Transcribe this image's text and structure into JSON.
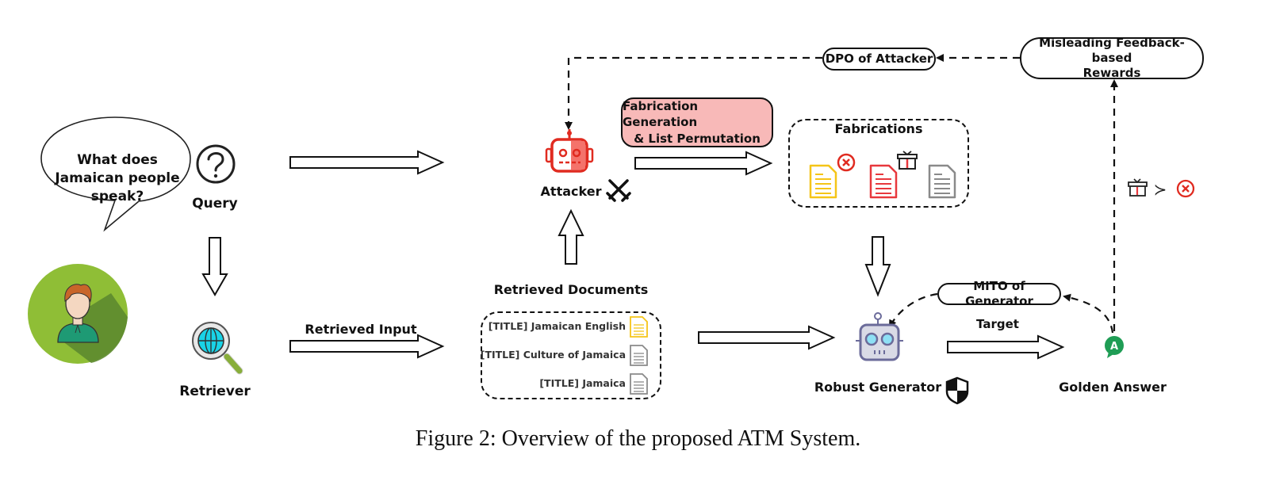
{
  "figure": {
    "caption": "Figure 2: Overview of the proposed ATM System."
  },
  "user": {
    "speech_bubble": [
      "What does",
      "Jamaican people",
      "speak?"
    ],
    "avatar_icon": "user-avatar-icon"
  },
  "nodes": {
    "query": {
      "label": "Query",
      "icon": "question-circle-icon"
    },
    "retriever": {
      "label": "Retriever",
      "icon": "globe-magnifier-icon"
    },
    "attacker": {
      "label": "Attacker",
      "icon": "red-robot-icon",
      "badge_icon": "crossed-swords-icon"
    },
    "robust_generator": {
      "label": "Robust Generator",
      "icon": "robot-icon",
      "badge_icon": "shield-icon"
    },
    "golden_answer": {
      "label": "Golden Answer",
      "icon": "answer-bubble-icon",
      "icon_letter": "A"
    },
    "retrieved_documents": {
      "title": "Retrieved Documents",
      "items": [
        {
          "text": "[TITLE] Jamaican English",
          "doc_color": "#f5c518"
        },
        {
          "text": "[TITLE] Culture of Jamaica",
          "doc_color": "#8a8a8a"
        },
        {
          "text": "[TITLE] Jamaica",
          "doc_color": "#8a8a8a"
        }
      ]
    },
    "fabrications": {
      "title": "Fabrications",
      "docs": [
        {
          "color": "#f5c518",
          "mark": "x-circle-icon"
        },
        {
          "color": "#e8383d",
          "mark": "gift-icon"
        },
        {
          "color": "#8a8a8a",
          "mark": ""
        }
      ]
    }
  },
  "process_boxes": {
    "fabrication": [
      "Fabrication Generation",
      "& List Permutation"
    ],
    "dpo": "DPO of Attacker",
    "rewards": [
      "Misleading Feedback-based",
      "Rewards"
    ],
    "mito": "MITO of Generator"
  },
  "edges": {
    "retrieved_input": "Retrieved Input",
    "target": "Target"
  },
  "preference": {
    "left_icon": "gift-icon",
    "relation": "≻",
    "right_icon": "x-circle-icon"
  },
  "colors": {
    "attacker_red": "#e02b20",
    "pink_box": "#f8b9b8",
    "avatar_green": "#8fbe36",
    "avatar_shadow": "#5d8a2f",
    "answer_green": "#1f9d55",
    "robot_purple": "#6b6b9a",
    "doc_yellow": "#f5c518",
    "doc_red": "#e8383d",
    "doc_gray": "#8a8a8a"
  }
}
